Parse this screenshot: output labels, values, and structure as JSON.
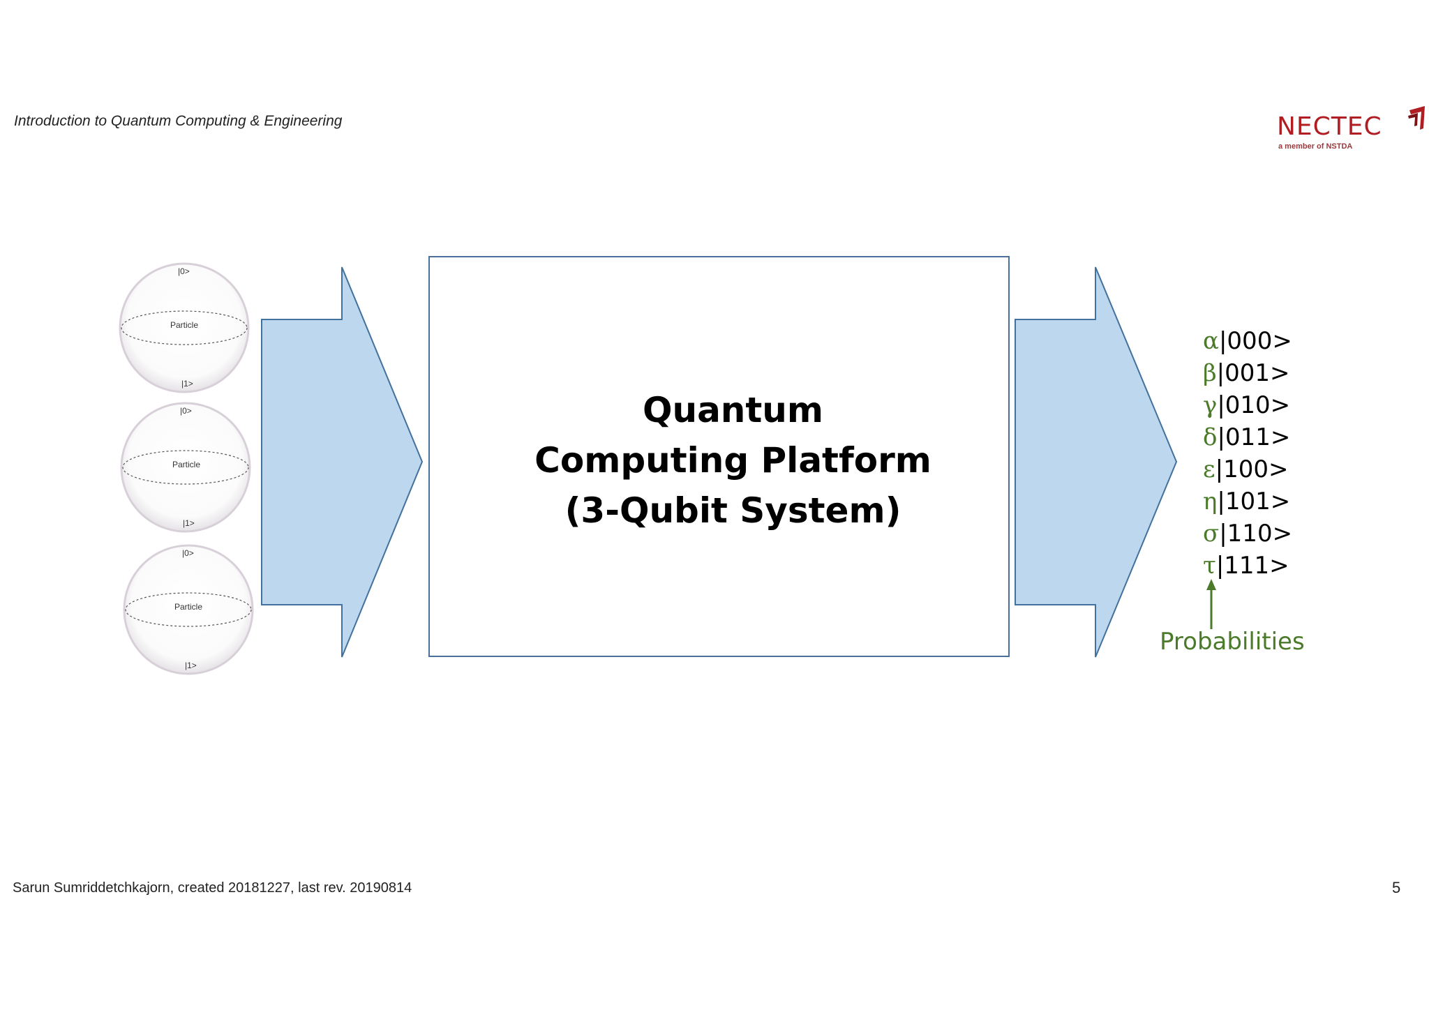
{
  "header": {
    "title": "Introduction to Quantum Computing & Engineering"
  },
  "logo": {
    "name": "NECTEC",
    "tagline": "a member of NSTDA",
    "color": "#b01e23"
  },
  "qubits": [
    {
      "top_state": "|0>",
      "center_label": "Particle",
      "bottom_state": "|1>"
    },
    {
      "top_state": "|0>",
      "center_label": "Particle",
      "bottom_state": "|1>"
    },
    {
      "top_state": "|0>",
      "center_label": "Particle",
      "bottom_state": "|1>"
    }
  ],
  "platform": {
    "line1": "Quantum",
    "line2": "Computing Platform",
    "line3": "(3-Qubit System)"
  },
  "states": [
    {
      "coef": "α",
      "ket": "|000>"
    },
    {
      "coef": "β",
      "ket": "|001>"
    },
    {
      "coef": "γ",
      "ket": "|010>"
    },
    {
      "coef": "δ",
      "ket": "|011>"
    },
    {
      "coef": "ε",
      "ket": "|100>"
    },
    {
      "coef": "η",
      "ket": "|101>"
    },
    {
      "coef": "σ",
      "ket": "|110>"
    },
    {
      "coef": "τ",
      "ket": "|111>"
    }
  ],
  "annotation": {
    "probabilities_label": "Probabilities"
  },
  "colors": {
    "arrow_fill": "#bdd7ee",
    "arrow_stroke": "#41719c",
    "box_border": "#4a6f9a",
    "greek_green": "#4a7a2a"
  },
  "footer": {
    "author": "Sarun Sumriddetchkajorn, created 20181227, last rev. 20190814",
    "page_number": "5"
  }
}
